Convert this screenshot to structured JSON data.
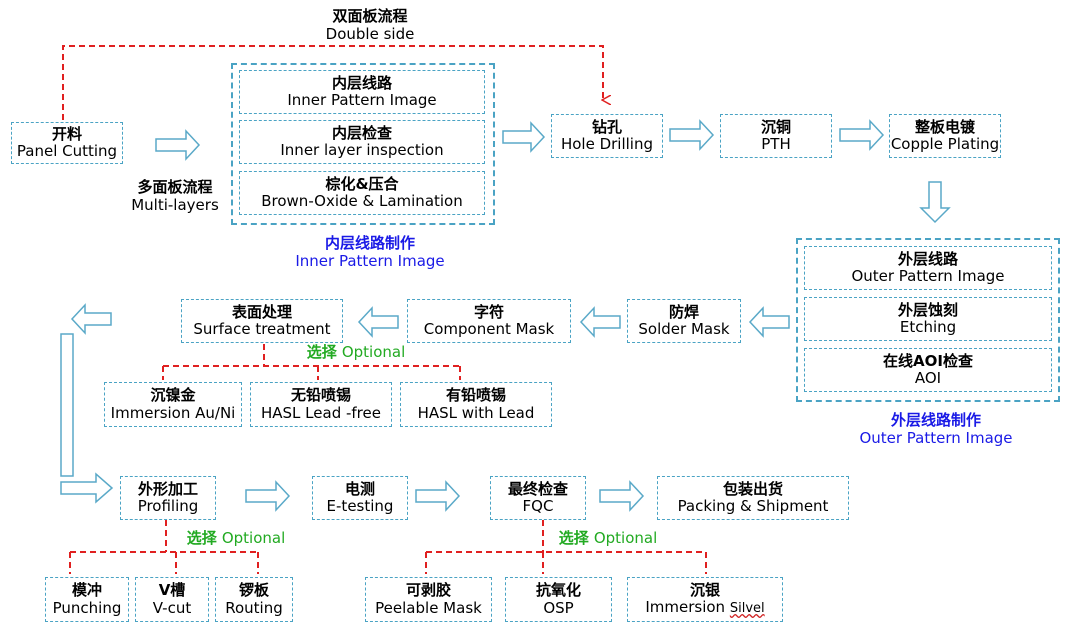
{
  "top": {
    "cn": "双面板流程",
    "en": "Double side"
  },
  "multi": {
    "cn": "多面板流程",
    "en": "Multi-layers"
  },
  "panel_cutting": {
    "cn": "开料",
    "en": "Panel Cutting"
  },
  "inner_group": {
    "items": [
      {
        "cn": "内层线路",
        "en": "Inner Pattern Image"
      },
      {
        "cn": "内层检查",
        "en": "Inner layer inspection"
      },
      {
        "cn": "棕化&压合",
        "en": "Brown-Oxide & Lamination"
      }
    ],
    "caption_cn": "内层线路制作",
    "caption_en": "Inner Pattern Image"
  },
  "drilling": {
    "cn": "钻孔",
    "en": "Hole Drilling"
  },
  "pth": {
    "cn": "沉铜",
    "en": "PTH"
  },
  "plating": {
    "cn": "整板电镀",
    "en": "Copple Plating"
  },
  "outer_group": {
    "items": [
      {
        "cn": "外层线路",
        "en": "Outer Pattern Image"
      },
      {
        "cn": "外层蚀刻",
        "en": "Etching"
      },
      {
        "cn": "在线AOI检查",
        "en": "AOI"
      }
    ],
    "caption_cn": "外层线路制作",
    "caption_en": "Outer Pattern Image"
  },
  "solder_mask": {
    "cn": "防焊",
    "en": "Solder Mask"
  },
  "component_mask": {
    "cn": "字符",
    "en": "Component Mask"
  },
  "surface": {
    "cn": "表面处理",
    "en": "Surface treatment"
  },
  "optional": {
    "cn": "选择",
    "en": "Optional"
  },
  "surface_options": [
    {
      "cn": "沉镍金",
      "en": "Immersion Au/Ni"
    },
    {
      "cn": "无铅喷锡",
      "en": "HASL Lead -free"
    },
    {
      "cn": "有铅喷锡",
      "en": "HASL with Lead"
    }
  ],
  "profiling": {
    "cn": "外形加工",
    "en": "Profiling"
  },
  "etesting": {
    "cn": "电测",
    "en": "E-testing"
  },
  "fqc": {
    "cn": "最终检查",
    "en": "FQC"
  },
  "packing": {
    "cn": "包装出货",
    "en": "Packing & Shipment"
  },
  "profiling_options": [
    {
      "cn": "模冲",
      "en": "Punching"
    },
    {
      "cn": "V槽",
      "en": "V-cut"
    },
    {
      "cn": "锣板",
      "en": "Routing"
    }
  ],
  "fqc_options": [
    {
      "cn": "可剥胶",
      "en": "Peelable Mask"
    },
    {
      "cn": "抗氧化",
      "en": "OSP"
    },
    {
      "cn": "沉银",
      "en": "Immersion",
      "en2": "Silvel"
    }
  ],
  "colors": {
    "box_border": "#4aa3c4",
    "arrow_fill": "#ffffff",
    "arrow_stroke": "#5aa9c8",
    "dashed_red": "#e02020",
    "caption_blue": "#1a1ae6",
    "optional_green": "#22aa22"
  }
}
